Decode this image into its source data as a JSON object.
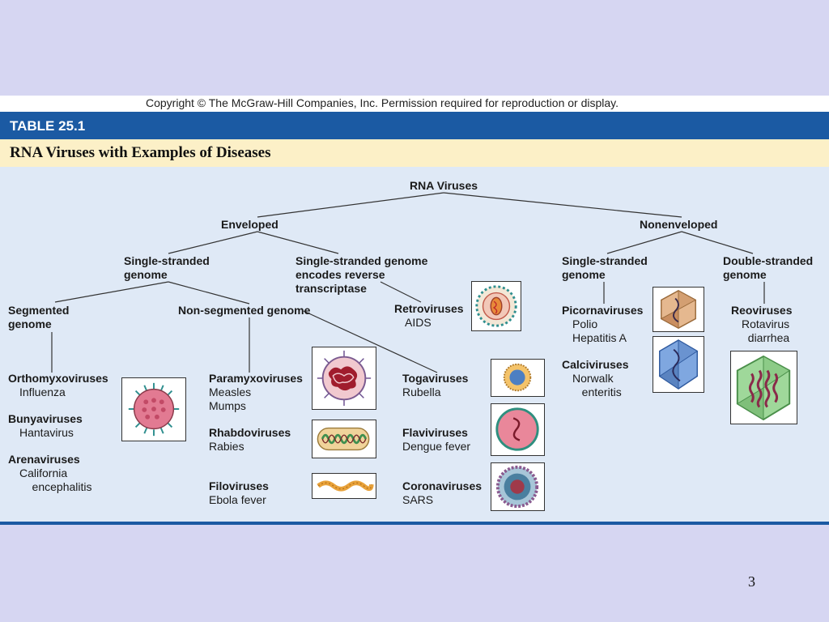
{
  "header": {
    "copyright": "Copyright © The McGraw-Hill Companies, Inc. Permission required for reproduction or display.",
    "table_number": "TABLE 25.1",
    "table_title": "RNA Viruses with Examples of Diseases"
  },
  "tree": {
    "root": "RNA Viruses",
    "enveloped": "Enveloped",
    "nonenveloped": "Nonenveloped",
    "env_single": "Single-stranded\ngenome",
    "env_reverse": "Single-stranded genome\nencodes reverse\ntranscriptase",
    "nonenv_single": "Single-stranded\ngenome",
    "nonenv_double": "Double-stranded\ngenome",
    "segmented": "Segmented\ngenome",
    "nonsegmented": "Non-segmented genome"
  },
  "families": {
    "orthomyxo": {
      "name": "Orthomyxoviruses",
      "example": "Influenza"
    },
    "bunya": {
      "name": "Bunyaviruses",
      "example": "Hantavirus"
    },
    "arena": {
      "name": "Arenaviruses",
      "example": "California\n    encephalitis"
    },
    "paramyxo": {
      "name": "Paramyxoviruses",
      "example": "Measles\nMumps"
    },
    "rhabdo": {
      "name": "Rhabdoviruses",
      "example": "Rabies"
    },
    "filo": {
      "name": "Filoviruses",
      "example": "Ebola fever"
    },
    "toga": {
      "name": "Togaviruses",
      "example": "Rubella"
    },
    "flavi": {
      "name": "Flaviviruses",
      "example": "Dengue fever"
    },
    "corona": {
      "name": "Coronaviruses",
      "example": "SARS"
    },
    "retro": {
      "name": "Retroviruses",
      "example": "AIDS"
    },
    "picorna": {
      "name": "Picornaviruses",
      "example": "Polio\nHepatitis A"
    },
    "calci": {
      "name": "Calciviruses",
      "example": "Norwalk\n   enteritis"
    },
    "reo": {
      "name": "Reoviruses",
      "example": "Rotavirus\n  diarrhea"
    }
  },
  "page_number": "3"
}
